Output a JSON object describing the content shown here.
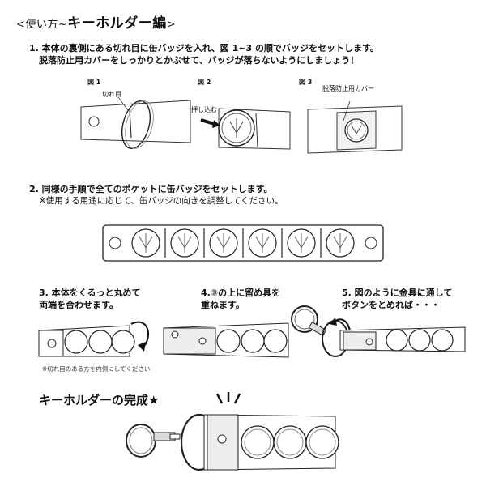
{
  "header": {
    "prefix": "<使い方~",
    "title": "キーホルダー編",
    "suffix": ">"
  },
  "step1": {
    "line1": "1. 本体の裏側にある切れ目に缶バッジを入れ、図 1~3 の順でバッジをセットします。",
    "line2": "脱落防止用カバーをしっかりとかぶせて、バッジが落ちないようにしましょう！",
    "fig1_label": "図 1",
    "fig1_anno": "切れ目",
    "fig2_label": "図 2",
    "fig2_anno": "押し込む",
    "fig3_label": "図 3",
    "fig3_anno": "脱落防止用カバー"
  },
  "step2": {
    "line1": "2. 同様の手順で全てのポケットに缶バッジをセットします。",
    "line2": "※使用する用途に応じて、缶バッジの向きを調整してください。"
  },
  "step3": {
    "line1": "3. 本体をくるっと丸めて",
    "line2": "両端を合わせます。",
    "note": "※切れ目のある方を内側にしてください"
  },
  "step4": {
    "line1": "4.③の上に留め具を",
    "line2": "重ねます。"
  },
  "step5": {
    "line1": "5. 図のように金具に通して",
    "line2": "ボタンをとめれば・・・"
  },
  "finale": {
    "text": "キーホルダーの完成★"
  }
}
